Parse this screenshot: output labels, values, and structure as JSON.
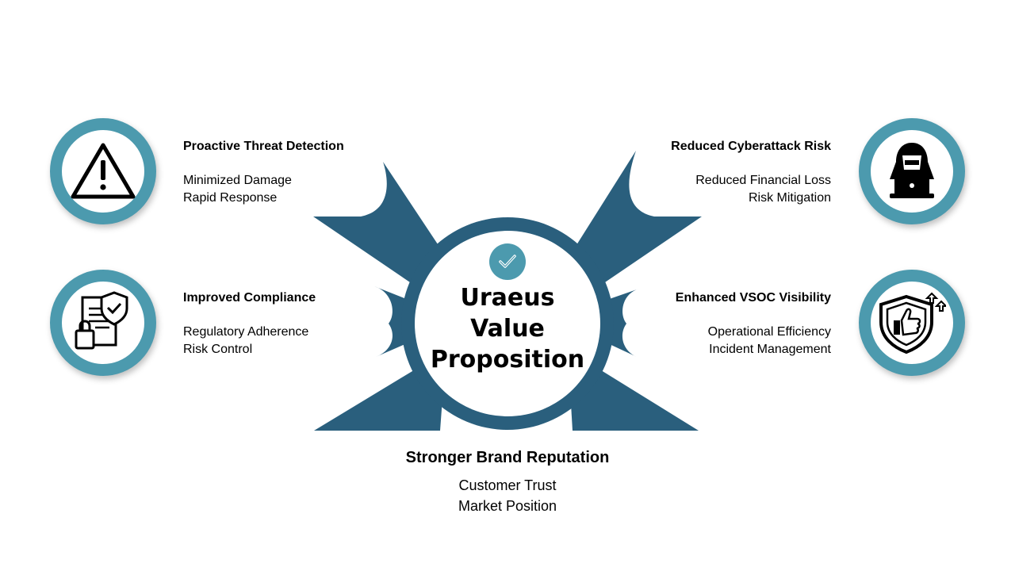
{
  "center": {
    "title_line1": "Uraeus",
    "title_line2": "Value",
    "title_line3": "Proposition"
  },
  "items": [
    {
      "title": "Proactive Threat Detection",
      "line1": "Minimized Damage",
      "line2": "Rapid Response",
      "icon": "warning-icon"
    },
    {
      "title": "Reduced Cyberattack Risk",
      "line1": "Reduced Financial Loss",
      "line2": "Risk Mitigation",
      "icon": "hacker-icon"
    },
    {
      "title": "Improved Compliance",
      "line1": "Regulatory Adherence",
      "line2": "Risk Control",
      "icon": "compliance-document-icon"
    },
    {
      "title": "Enhanced VSOC Visibility",
      "line1": "Operational Efficiency",
      "line2": "Incident Management",
      "icon": "shield-thumbs-up-icon"
    }
  ],
  "bottom": {
    "title": "Stronger Brand Reputation",
    "line1": "Customer Trust",
    "line2": "Market Position"
  },
  "colors": {
    "dark_teal": "#2a5f7d",
    "ring_teal": "#4c9aae",
    "check_teal": "#4c9aae"
  }
}
